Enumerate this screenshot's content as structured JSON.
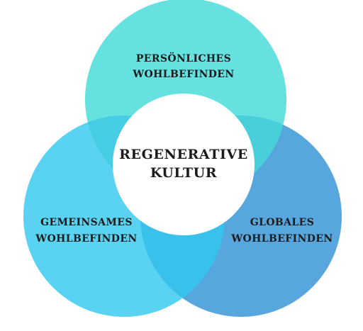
{
  "diagram": {
    "center": {
      "line1": "REGENERATIVE",
      "line2": "KULTUR"
    },
    "top": {
      "line1": "PERSÖNLICHES",
      "line2": "WOHLBEFINDEN",
      "color": "#65E1DF"
    },
    "left": {
      "line1": "GEMEINSAMES",
      "line2": "WOHLBEFINDEN",
      "color": "#5AD2F1"
    },
    "right": {
      "line1": "GLOBALES",
      "line2": "WOHLBEFINDEN",
      "color": "#57A6DD"
    },
    "overlaps": {
      "top_left": "#44CDE4",
      "top_right": "#48CFD9",
      "left_right": "#38C2EB"
    },
    "center_fill": "#FFFFFF"
  }
}
